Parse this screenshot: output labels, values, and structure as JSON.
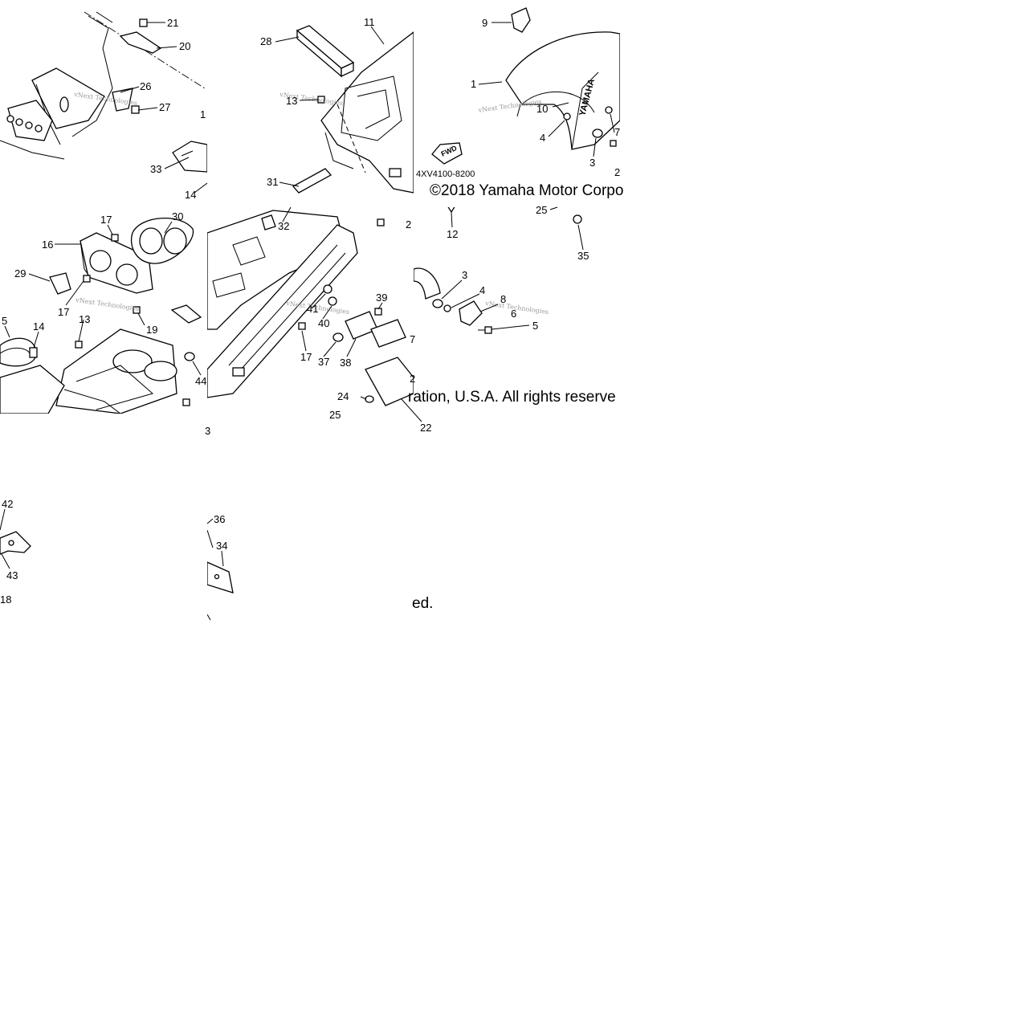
{
  "diagram": {
    "drawing_code": "4XV4100-8200",
    "copyright_part1": "©2018 Yamaha Motor Corpo",
    "copyright_part2": "ration, U.S.A. All rights reserve",
    "copyright_part3": "ed.",
    "watermark": "vNext Technologies",
    "brand_mark": "YAMAHA",
    "fwd_label": "FWD",
    "callouts": [
      {
        "id": "c1",
        "label": "21"
      },
      {
        "id": "c2",
        "label": "20"
      },
      {
        "id": "c3",
        "label": "26"
      },
      {
        "id": "c4",
        "label": "27"
      },
      {
        "id": "c5",
        "label": "1"
      },
      {
        "id": "c6",
        "label": "33"
      },
      {
        "id": "c7",
        "label": "14"
      },
      {
        "id": "c8",
        "label": "28"
      },
      {
        "id": "c9",
        "label": "11"
      },
      {
        "id": "c10",
        "label": "13"
      },
      {
        "id": "c11",
        "label": "31"
      },
      {
        "id": "c12",
        "label": "9"
      },
      {
        "id": "c13",
        "label": "1"
      },
      {
        "id": "c14",
        "label": "10"
      },
      {
        "id": "c15",
        "label": "4"
      },
      {
        "id": "c16",
        "label": "7"
      },
      {
        "id": "c17",
        "label": "3"
      },
      {
        "id": "c18",
        "label": "2"
      },
      {
        "id": "c19",
        "label": "17"
      },
      {
        "id": "c20",
        "label": "30"
      },
      {
        "id": "c21",
        "label": "16"
      },
      {
        "id": "c22",
        "label": "29"
      },
      {
        "id": "c23",
        "label": "17"
      },
      {
        "id": "c24",
        "label": "19"
      },
      {
        "id": "c25",
        "label": "13"
      },
      {
        "id": "c26",
        "label": "5"
      },
      {
        "id": "c27",
        "label": "14"
      },
      {
        "id": "c28",
        "label": "44"
      },
      {
        "id": "c29",
        "label": "32"
      },
      {
        "id": "c30",
        "label": "2"
      },
      {
        "id": "c31",
        "label": "41"
      },
      {
        "id": "c32",
        "label": "40"
      },
      {
        "id": "c33",
        "label": "39"
      },
      {
        "id": "c34",
        "label": "17"
      },
      {
        "id": "c35",
        "label": "37"
      },
      {
        "id": "c36",
        "label": "38"
      },
      {
        "id": "c37",
        "label": "7"
      },
      {
        "id": "c38",
        "label": "2"
      },
      {
        "id": "c39",
        "label": "24"
      },
      {
        "id": "c40",
        "label": "25"
      },
      {
        "id": "c41",
        "label": "22"
      },
      {
        "id": "c42",
        "label": "12"
      },
      {
        "id": "c43",
        "label": "25"
      },
      {
        "id": "c44",
        "label": "35"
      },
      {
        "id": "c45",
        "label": "3"
      },
      {
        "id": "c46",
        "label": "4"
      },
      {
        "id": "c47",
        "label": "8"
      },
      {
        "id": "c48",
        "label": "6"
      },
      {
        "id": "c49",
        "label": "5"
      },
      {
        "id": "c50",
        "label": "3"
      },
      {
        "id": "c51",
        "label": "42"
      },
      {
        "id": "c52",
        "label": "43"
      },
      {
        "id": "c53",
        "label": "18"
      },
      {
        "id": "c54",
        "label": "36"
      },
      {
        "id": "c55",
        "label": "34"
      }
    ]
  }
}
